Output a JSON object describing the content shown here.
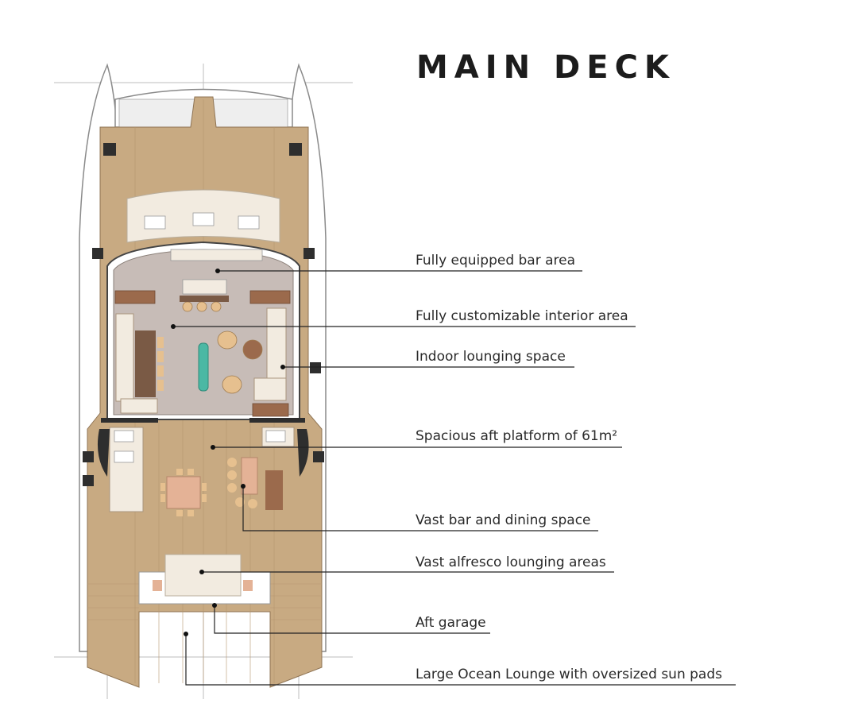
{
  "title": "MAIN DECK",
  "callouts": [
    {
      "id": "bar-area",
      "label": "Fully equipped bar area"
    },
    {
      "id": "interior-area",
      "label": "Fully customizable interior area"
    },
    {
      "id": "indoor-lounging",
      "label": "Indoor lounging space"
    },
    {
      "id": "aft-platform",
      "label": "Spacious aft platform of 61m²"
    },
    {
      "id": "bar-dining",
      "label": "Vast bar and dining space"
    },
    {
      "id": "alfresco-lounging",
      "label": "Vast alfresco lounging areas"
    },
    {
      "id": "aft-garage",
      "label": "Aft garage"
    },
    {
      "id": "ocean-lounge",
      "label": "Large Ocean Lounge with oversized sun pads"
    }
  ],
  "colors": {
    "teak": "#c8aa82",
    "teak_dark": "#a98a63",
    "interior_floor": "#c7bcb7",
    "hull_outline": "#8a8a8a",
    "sunpad": "#f2ebe0",
    "accent_table": "#e4b296",
    "accent_teal": "#4bb8a4",
    "dark_wood": "#7a5a45",
    "black_fitting": "#2e2e2e"
  }
}
